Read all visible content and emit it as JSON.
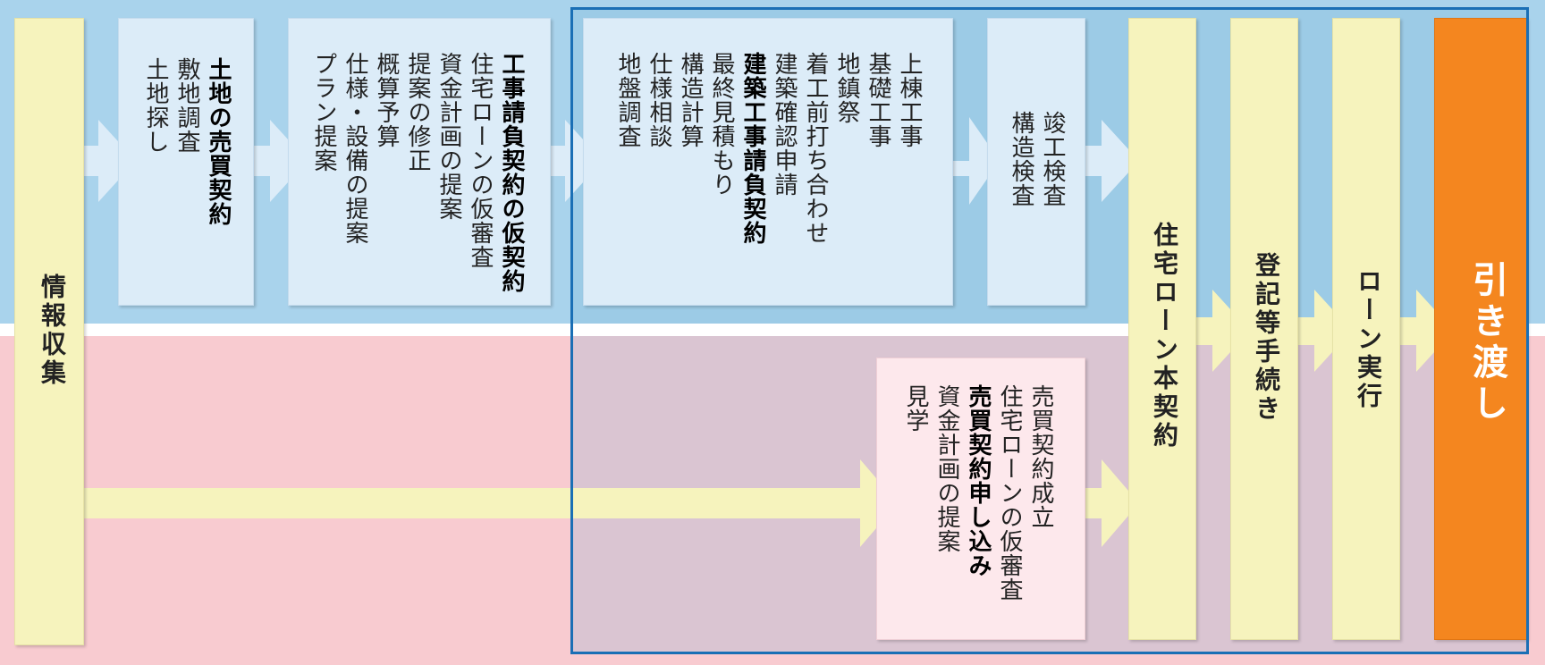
{
  "flow": {
    "info": "情報収集",
    "land_box": [
      {
        "text": "土地の売買契約",
        "bold": true
      },
      {
        "text": "敷地調査",
        "bold": false
      },
      {
        "text": "土地探し",
        "bold": false
      }
    ],
    "contract_box": [
      {
        "text": "工事請負契約の仮契約",
        "bold": true
      },
      {
        "text": "住宅ローンの仮審査",
        "bold": false
      },
      {
        "text": "資金計画の提案",
        "bold": false
      },
      {
        "text": "提案の修正",
        "bold": false
      },
      {
        "text": "概算予算",
        "bold": false
      },
      {
        "text": "仕様・設備の提案",
        "bold": false
      },
      {
        "text": "プラン提案",
        "bold": false
      }
    ],
    "construction_box": [
      {
        "text": "上棟工事",
        "bold": false
      },
      {
        "text": "基礎工事",
        "bold": false
      },
      {
        "text": "地鎮祭",
        "bold": false
      },
      {
        "text": "着工前打ち合わせ",
        "bold": false
      },
      {
        "text": "建築確認申請",
        "bold": false
      },
      {
        "text": "建築工事請負契約",
        "bold": true
      },
      {
        "text": "最終見積もり",
        "bold": false
      },
      {
        "text": "構造計算",
        "bold": false
      },
      {
        "text": "仕様相談",
        "bold": false
      },
      {
        "text": "地盤調査",
        "bold": false
      }
    ],
    "inspection_box": [
      {
        "text": "竣工検査",
        "bold": false
      },
      {
        "text": "構造検査",
        "bold": false
      }
    ],
    "sale_box": [
      {
        "text": "売買契約成立",
        "bold": false
      },
      {
        "text": "住宅ローンの仮審査",
        "bold": false
      },
      {
        "text": "売買契約申し込み",
        "bold": true
      },
      {
        "text": "資金計画の提案",
        "bold": false
      },
      {
        "text": "見学",
        "bold": false
      }
    ],
    "loan_contract": "住宅ローン本契約",
    "registration": "登記等手続き",
    "loan_execution": "ローン実行",
    "handover": "引き渡し"
  },
  "colors": {
    "top_band": "#a9d3ec",
    "bottom_band": "#f8cbd0",
    "frame": "#1a6fb5",
    "arrow": "#dcecf8",
    "yellow": "#f6f3bd",
    "orange": "#f4861f"
  }
}
